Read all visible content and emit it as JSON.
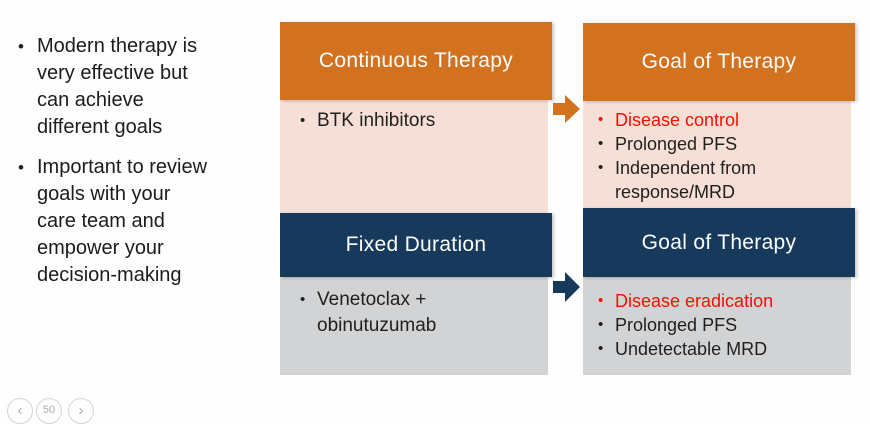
{
  "intro": [
    {
      "lines": [
        "Modern therapy is",
        "very effective but",
        "can achieve",
        "different goals"
      ]
    },
    {
      "lines": [
        "Important to review",
        "goals with your",
        "care team and",
        "empower your",
        "decision-making"
      ]
    }
  ],
  "flow": {
    "rows": [
      {
        "therapy": {
          "header": "Continuous Therapy",
          "items": [
            {
              "lines": [
                "BTK inhibitors"
              ],
              "emphasis": "normal"
            }
          ]
        },
        "goal": {
          "header": "Goal of Therapy",
          "items": [
            {
              "lines": [
                "Disease control"
              ],
              "emphasis": "red"
            },
            {
              "lines": [
                "Prolonged PFS"
              ],
              "emphasis": "normal"
            },
            {
              "lines": [
                "Independent from",
                "response/MRD"
              ],
              "emphasis": "normal"
            }
          ]
        }
      },
      {
        "therapy": {
          "header": "Fixed Duration",
          "items": [
            {
              "lines": [
                "Venetoclax +",
                "obinutuzumab"
              ],
              "emphasis": "normal"
            }
          ]
        },
        "goal": {
          "header": "Goal of Therapy",
          "items": [
            {
              "lines": [
                "Disease eradication"
              ],
              "emphasis": "red"
            },
            {
              "lines": [
                "Prolonged PFS"
              ],
              "emphasis": "normal"
            },
            {
              "lines": [
                "Undetectable MRD"
              ],
              "emphasis": "normal"
            }
          ]
        }
      }
    ]
  },
  "nav": {
    "prev_label": "‹",
    "page_number": "50",
    "next_label": "›"
  },
  "colors": {
    "header_orange": "#D2711E",
    "header_navy": "#17395B",
    "body_pink": "#F6DFD6",
    "body_grey": "#D2D3D4",
    "emphasis_red": "#F90F03",
    "text": "#1F1F1F"
  }
}
